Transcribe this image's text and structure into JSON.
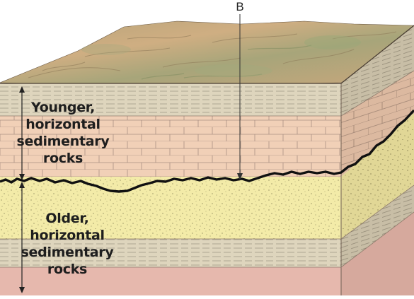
{
  "diagram": {
    "marker_label": "B",
    "younger_rocks": {
      "lines": [
        "Younger,",
        "horizontal",
        "sedimentary",
        "rocks"
      ]
    },
    "older_rocks": {
      "lines": [
        "Older,",
        "horizontal",
        "sedimentary",
        "rocks"
      ]
    }
  },
  "colors": {
    "surface_top": "#c9a77d",
    "shale": "#dfd6be",
    "limestone": "#f0cfb6",
    "sandstone": "#f2eaa6",
    "basal_layer": "#e4b7ab",
    "unconformity": "#111111"
  }
}
